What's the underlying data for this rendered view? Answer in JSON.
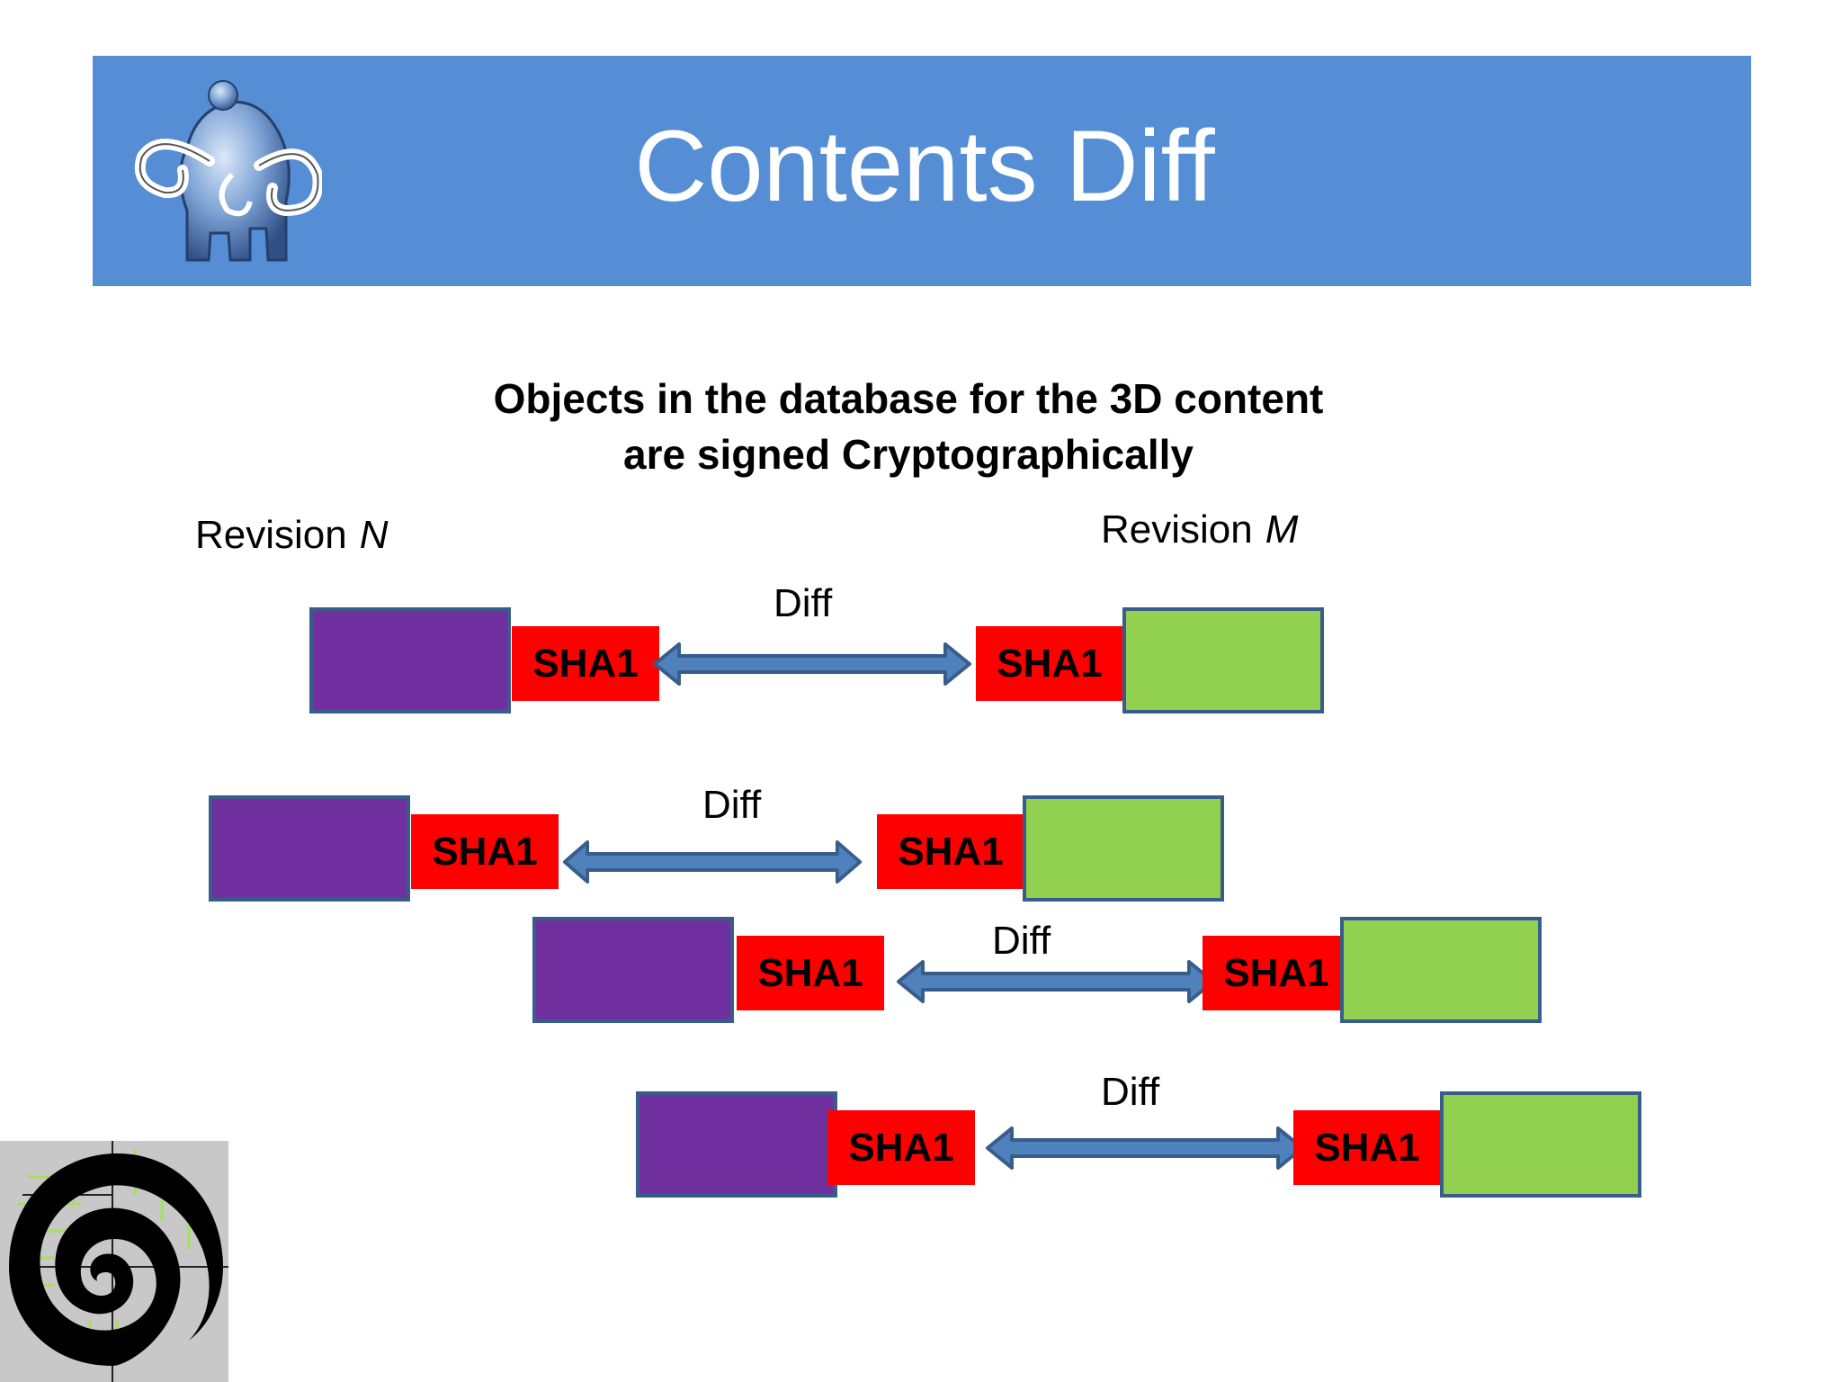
{
  "slide": {
    "title": "Contents Diff",
    "subtitle_line1": "Objects in the database for the 3D content",
    "subtitle_line2": "are signed Cryptographically",
    "revision_left_label": "Revision",
    "revision_left_var": "N",
    "revision_right_label": "Revision",
    "revision_right_var": "M"
  },
  "rows": [
    {
      "left_hash": "SHA1",
      "right_hash": "SHA1",
      "diff_label": "Diff"
    },
    {
      "left_hash": "SHA1",
      "right_hash": "SHA1",
      "diff_label": "Diff"
    },
    {
      "left_hash": "SHA1",
      "right_hash": "SHA1",
      "diff_label": "Diff"
    },
    {
      "left_hash": "SHA1",
      "right_hash": "SHA1",
      "diff_label": "Diff"
    }
  ],
  "colors": {
    "banner": "#558ed5",
    "old_object": "#7030a0",
    "new_object": "#92d050",
    "hash_tag": "#ff0000",
    "arrow_fill": "#4f81bd",
    "arrow_stroke": "#385d8a"
  },
  "icons": {
    "top_logo": "mammoth-logo-icon",
    "bottom_logo": "spiral-logo-icon"
  }
}
